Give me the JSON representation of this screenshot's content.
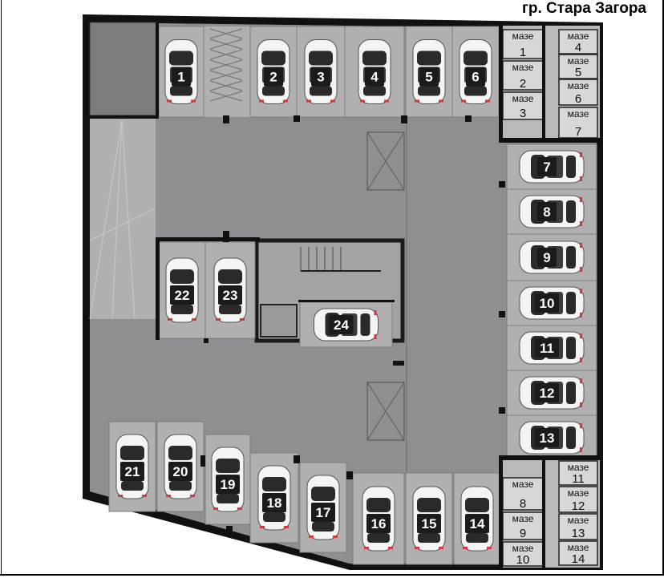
{
  "title": "гр. Стара Загора",
  "storage_label": "мазе",
  "colors": {
    "wall": "#111111",
    "floor": "#8e8e93",
    "bay": "#9b9b9e",
    "stall": "#b0b0b0",
    "car_body": "#f4f4f4",
    "car_glass": "#2a2a2a",
    "label_bg": "#1b1b1b",
    "label_text": "#ffffff"
  },
  "spots": [
    {
      "id": "spot-1",
      "label": "1",
      "orient": "v"
    },
    {
      "id": "spot-2",
      "label": "2",
      "orient": "v"
    },
    {
      "id": "spot-3",
      "label": "3",
      "orient": "v"
    },
    {
      "id": "spot-4",
      "label": "4",
      "orient": "v"
    },
    {
      "id": "spot-5",
      "label": "5",
      "orient": "v"
    },
    {
      "id": "spot-6",
      "label": "6",
      "orient": "v"
    },
    {
      "id": "spot-7",
      "label": "7",
      "orient": "h"
    },
    {
      "id": "spot-8",
      "label": "8",
      "orient": "h"
    },
    {
      "id": "spot-9",
      "label": "9",
      "orient": "h"
    },
    {
      "id": "spot-10",
      "label": "10",
      "orient": "h"
    },
    {
      "id": "spot-11",
      "label": "11",
      "orient": "h"
    },
    {
      "id": "spot-12",
      "label": "12",
      "orient": "h"
    },
    {
      "id": "spot-13",
      "label": "13",
      "orient": "h"
    },
    {
      "id": "spot-14",
      "label": "14",
      "orient": "v"
    },
    {
      "id": "spot-15",
      "label": "15",
      "orient": "v"
    },
    {
      "id": "spot-16",
      "label": "16",
      "orient": "v"
    },
    {
      "id": "spot-17",
      "label": "17",
      "orient": "v"
    },
    {
      "id": "spot-18",
      "label": "18",
      "orient": "v"
    },
    {
      "id": "spot-19",
      "label": "19",
      "orient": "v"
    },
    {
      "id": "spot-20",
      "label": "20",
      "orient": "v"
    },
    {
      "id": "spot-21",
      "label": "21",
      "orient": "v"
    },
    {
      "id": "spot-22",
      "label": "22",
      "orient": "v"
    },
    {
      "id": "spot-23",
      "label": "23",
      "orient": "v"
    },
    {
      "id": "spot-24",
      "label": "24",
      "orient": "h"
    }
  ],
  "storages": [
    {
      "id": "storage-1",
      "number": "1"
    },
    {
      "id": "storage-2",
      "number": "2"
    },
    {
      "id": "storage-3",
      "number": "3"
    },
    {
      "id": "storage-4",
      "number": "4"
    },
    {
      "id": "storage-5",
      "number": "5"
    },
    {
      "id": "storage-6",
      "number": "6"
    },
    {
      "id": "storage-7",
      "number": "7"
    },
    {
      "id": "storage-8",
      "number": "8"
    },
    {
      "id": "storage-9",
      "number": "9"
    },
    {
      "id": "storage-10",
      "number": "10"
    },
    {
      "id": "storage-11",
      "number": "11"
    },
    {
      "id": "storage-12",
      "number": "12"
    },
    {
      "id": "storage-13",
      "number": "13"
    },
    {
      "id": "storage-14",
      "number": "14"
    }
  ]
}
